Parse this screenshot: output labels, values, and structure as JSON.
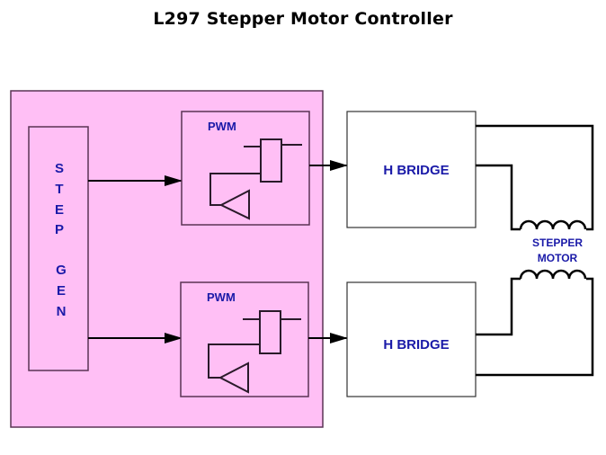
{
  "title": "L297 Stepper Motor Controller",
  "colors": {
    "controller_fill": "#ffbff5",
    "label_color": "#1a1aa8",
    "line_color": "#000000",
    "box_border": "#5a3355"
  },
  "step_gen": {
    "letters": [
      "S",
      "T",
      "E",
      "P",
      "",
      "G",
      "E",
      "N"
    ]
  },
  "pwm_blocks": [
    {
      "label": "PWM"
    },
    {
      "label": "PWM"
    }
  ],
  "h_bridges": [
    {
      "label": "H BRIDGE"
    },
    {
      "label": "H BRIDGE"
    }
  ],
  "motor": {
    "line1": "STEPPER",
    "line2": "MOTOR"
  }
}
